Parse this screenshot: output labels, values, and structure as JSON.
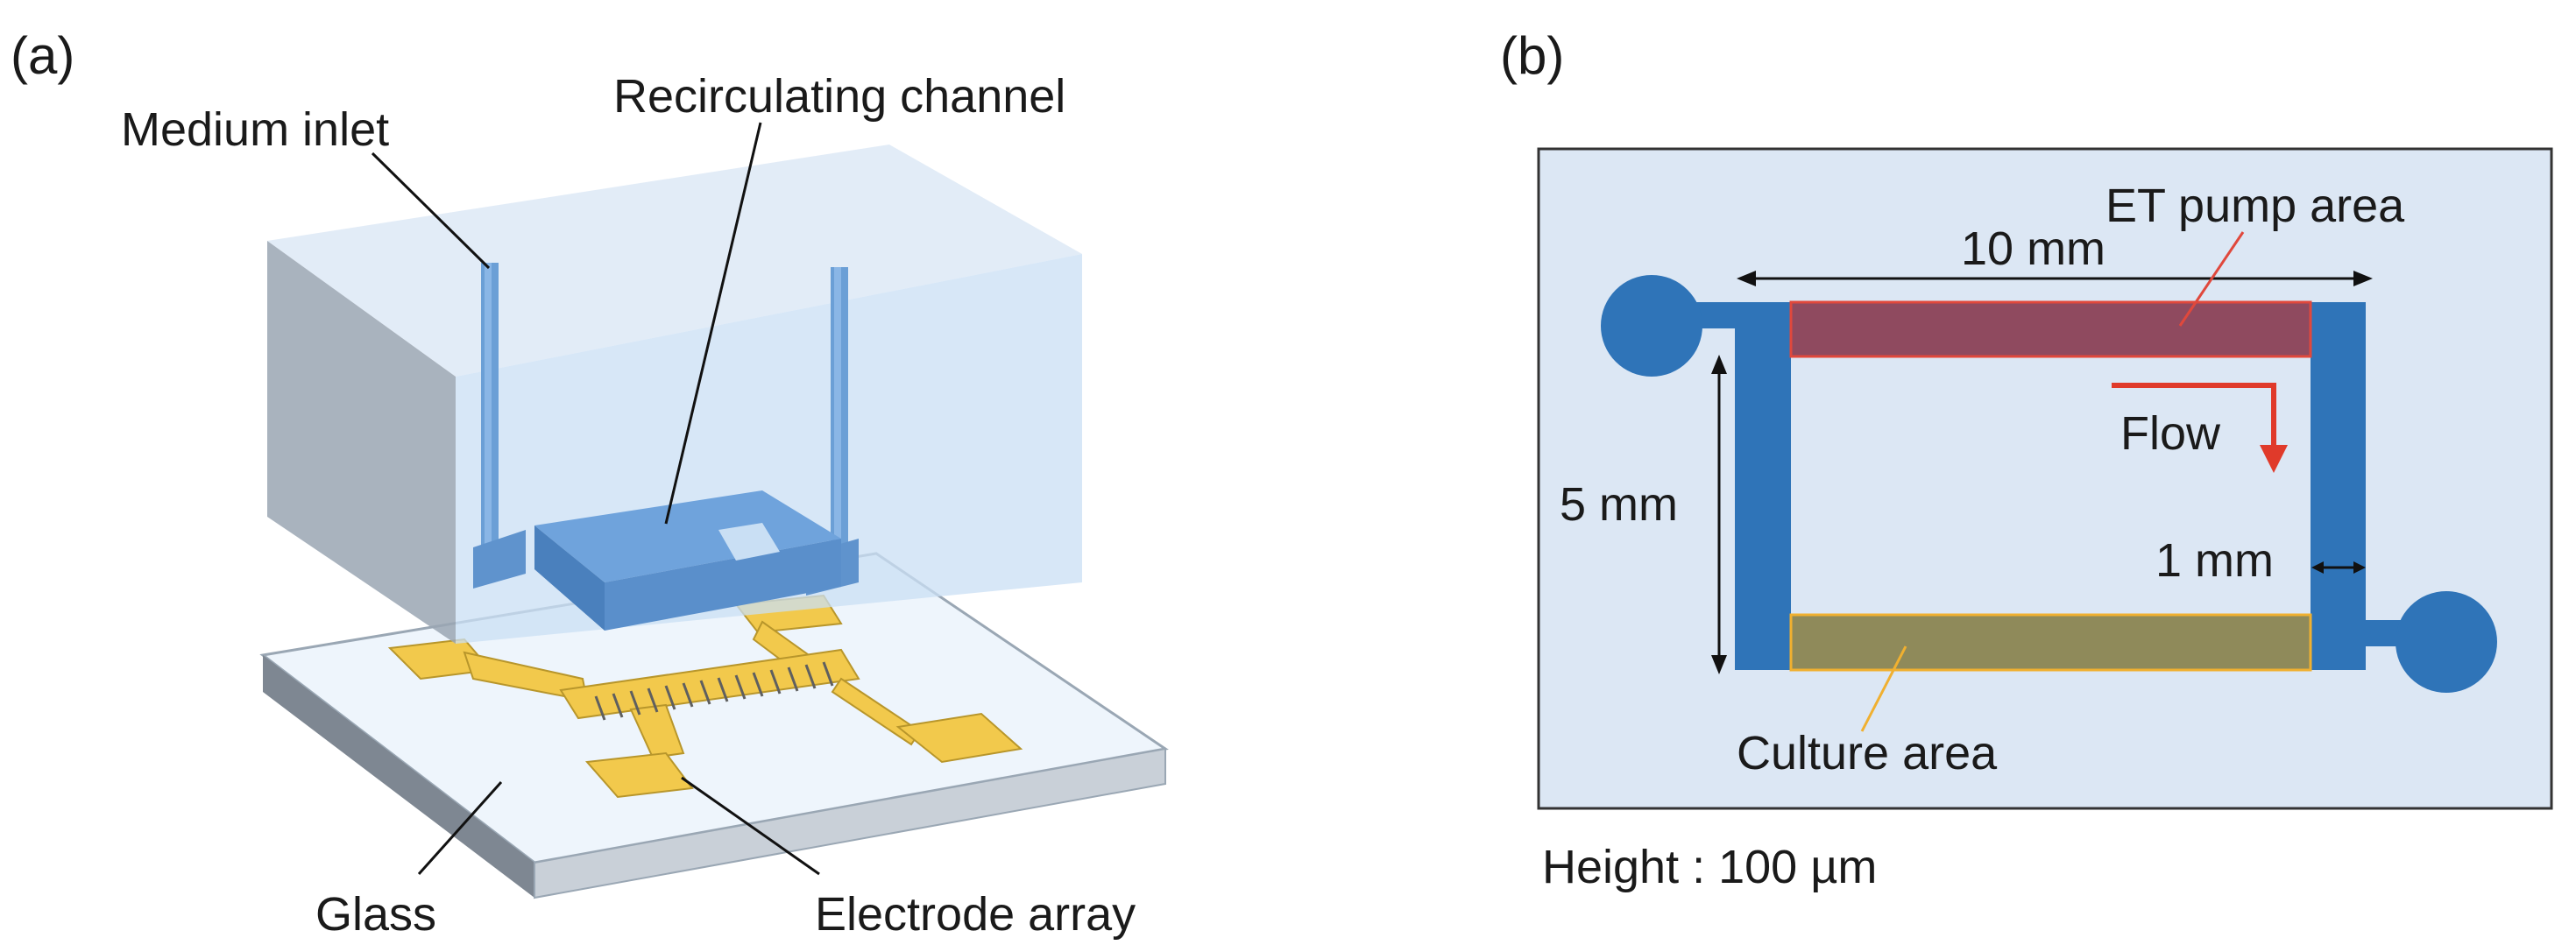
{
  "panel_a": {
    "label": "(a)",
    "callouts": {
      "medium_inlet": "Medium inlet",
      "recirculating_channel": "Recirculating channel",
      "glass": "Glass",
      "electrode_array": "Electrode array"
    }
  },
  "panel_b": {
    "label": "(b)",
    "labels": {
      "et_pump_area": "ET pump area",
      "width": "10 mm",
      "length": "5 mm",
      "flow": "Flow",
      "channel_width": "1 mm",
      "culture_area": "Culture area"
    },
    "footnote": "Height : 100 µm"
  },
  "colors": {
    "channel_blue": "#2f74b8",
    "block_translucent": "#c9dff4",
    "pump_red": "#8f4a5f",
    "culture_olive": "#8f8a5a",
    "electrode_gold": "#f2c94c",
    "flow_arrow": "#e03a2a"
  }
}
